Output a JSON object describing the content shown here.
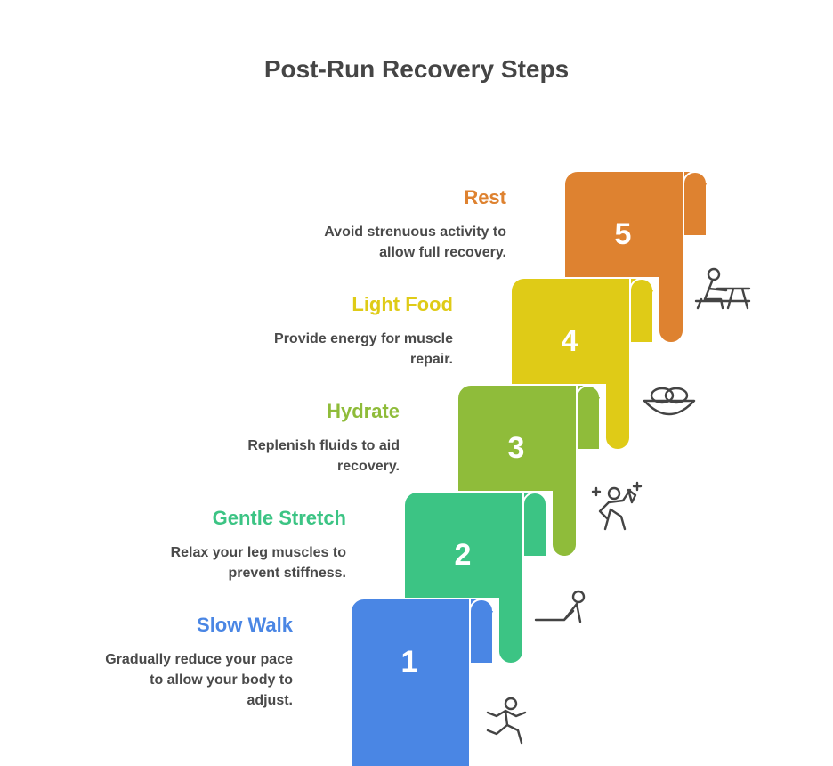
{
  "title": "Post-Run Recovery Steps",
  "steps": [
    {
      "number": "1",
      "title": "Slow Walk",
      "description": [
        "Gradually reduce your pace",
        "to allow your body to",
        "adjust."
      ],
      "color": "#4a86e4",
      "icon": "running-person-icon"
    },
    {
      "number": "2",
      "title": "Gentle Stretch",
      "description": [
        "Relax your leg muscles to",
        "prevent stiffness."
      ],
      "color": "#3cc484",
      "icon": "stretching-person-icon"
    },
    {
      "number": "3",
      "title": "Hydrate",
      "description": [
        "Replenish fluids to aid",
        "recovery."
      ],
      "color": "#8fbc3a",
      "icon": "drinking-person-icon"
    },
    {
      "number": "4",
      "title": "Light Food",
      "description": [
        "Provide energy for muscle",
        "repair."
      ],
      "color": "#dfcb17",
      "icon": "food-bowl-icon"
    },
    {
      "number": "5",
      "title": "Rest",
      "description": [
        "Avoid strenuous activity to",
        "allow full recovery."
      ],
      "color": "#de8230",
      "icon": "person-sitting-at-table-icon"
    }
  ]
}
